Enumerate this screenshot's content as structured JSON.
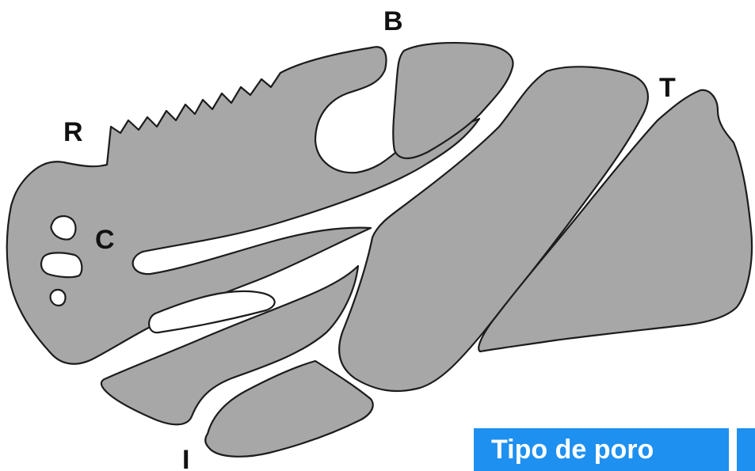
{
  "labels": {
    "r": "R",
    "b": "B",
    "t": "T",
    "c": "C",
    "i": "I"
  },
  "banner": {
    "title": "Tipo de poro"
  },
  "colors": {
    "fill": "#a7a7a7",
    "outline": "#1c1c1c",
    "banner": "#1e90f0"
  }
}
